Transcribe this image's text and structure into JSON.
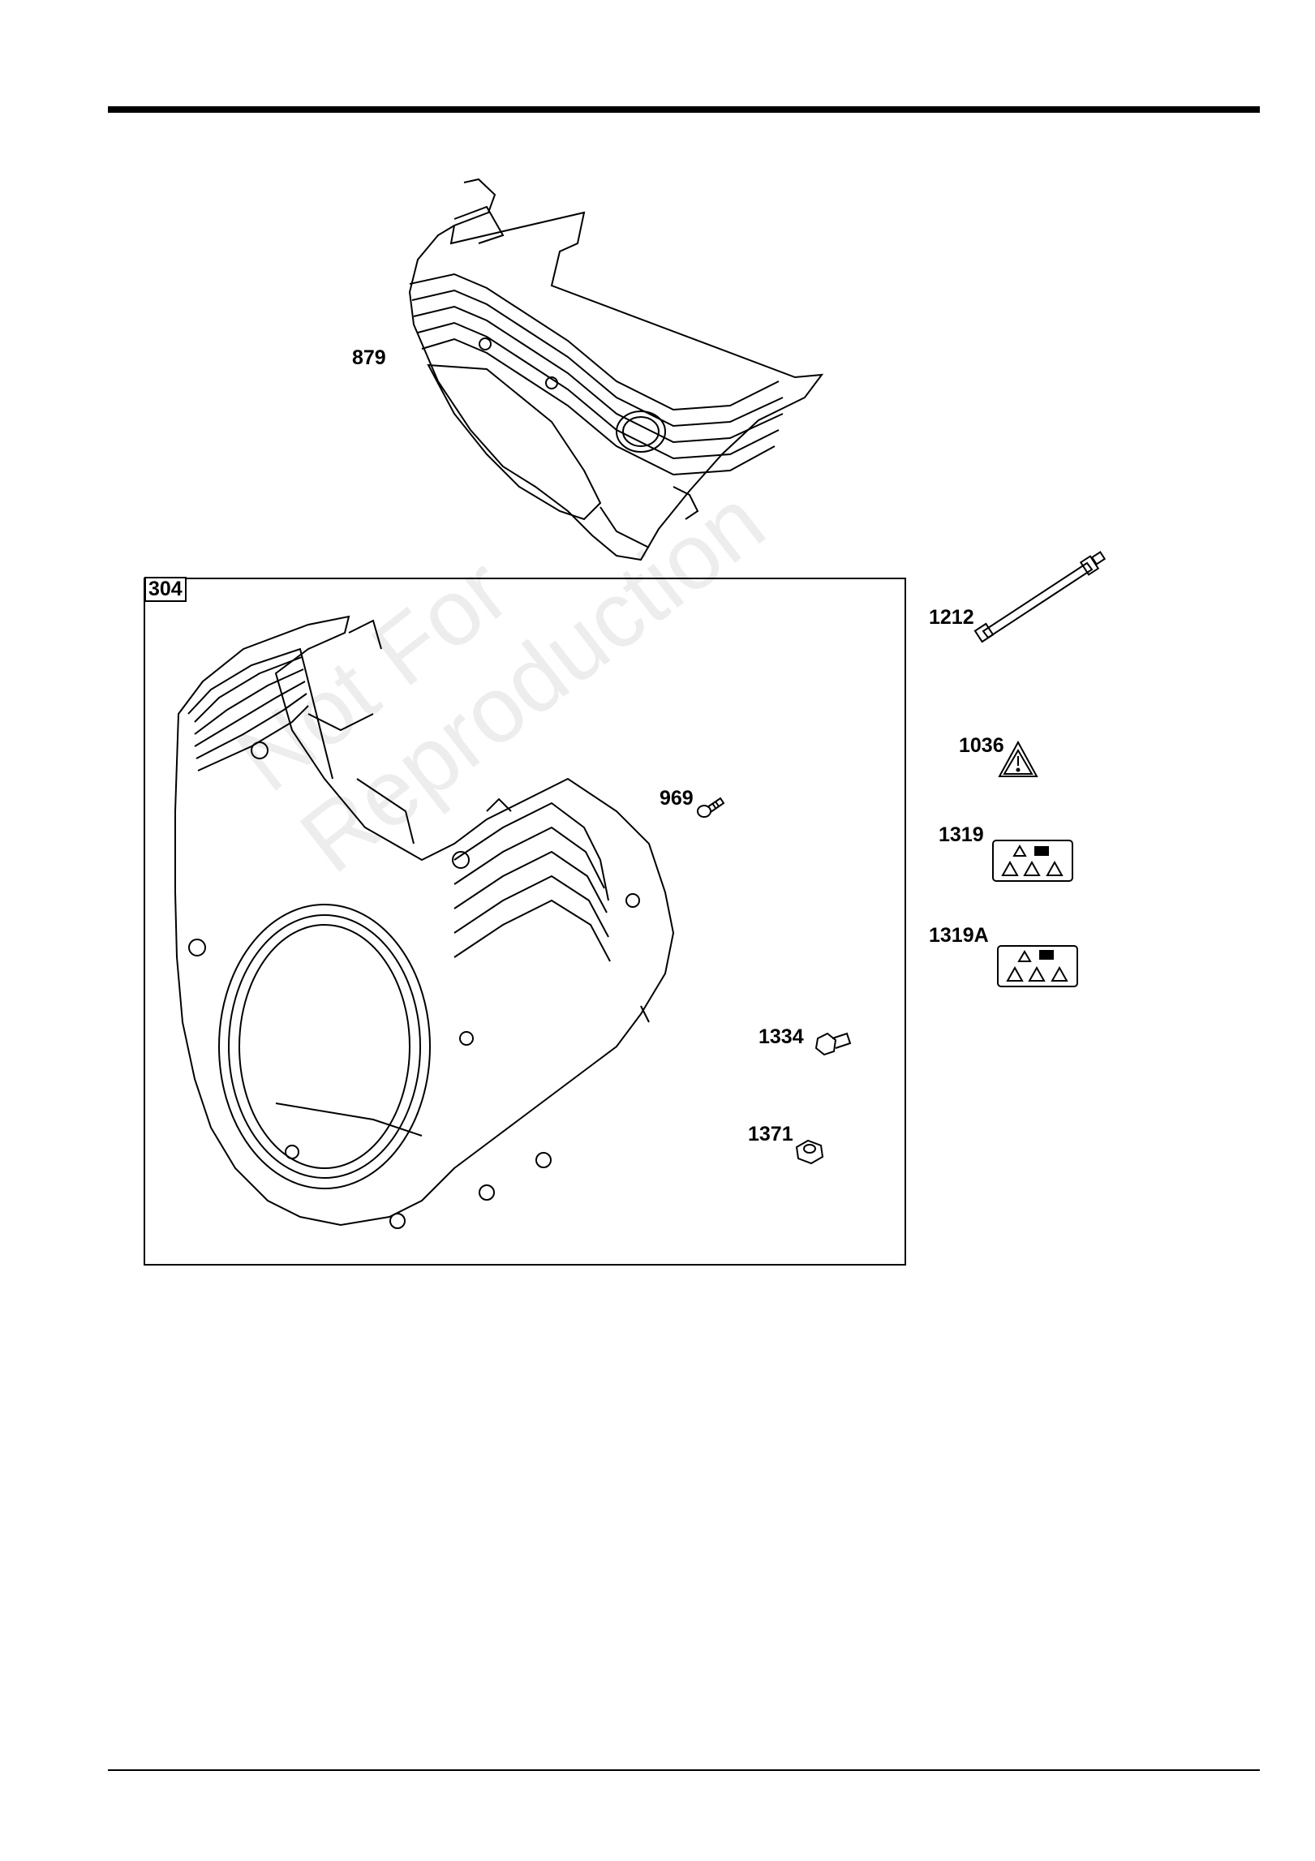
{
  "callouts": {
    "p879": "879",
    "p304": "304",
    "p1212": "1212",
    "p1036": "1036",
    "p969": "969",
    "p1319": "1319",
    "p1319A": "1319A",
    "p1334": "1334",
    "p1371": "1371"
  },
  "watermark": {
    "line1": "Not For",
    "line2": "Reproduction"
  },
  "colors": {
    "ink": "#000000",
    "paper": "#ffffff"
  }
}
